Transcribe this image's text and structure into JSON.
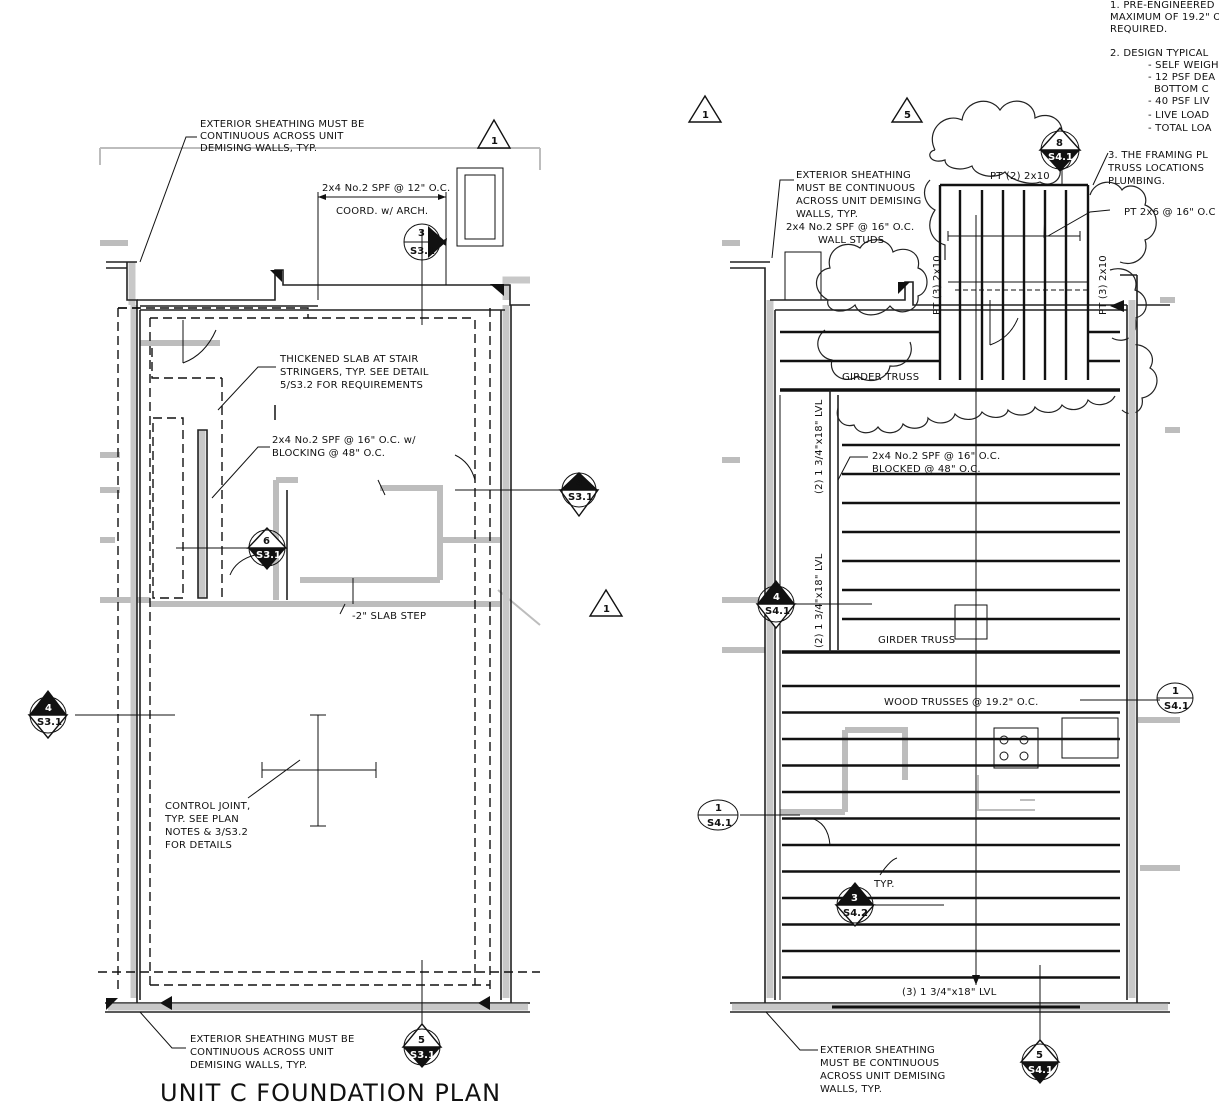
{
  "left_plan": {
    "title": "UNIT C FOUNDATION PLAN",
    "rev_tag_top": "1",
    "rev_tag_mid": "1",
    "note_top_sheathing": [
      "EXTERIOR SHEATHING MUST BE",
      "CONTINUOUS ACROSS UNIT",
      "DEMISING WALLS, TYP."
    ],
    "note_studs_12": "2x4 No.2 SPF @ 12\" O.C.",
    "note_coord": "COORD. w/ ARCH.",
    "note_thickened_slab": [
      "THICKENED SLAB AT STAIR",
      "STRINGERS, TYP. SEE DETAIL",
      "5/S3.2 FOR REQUIREMENTS"
    ],
    "note_blocking": [
      "2x4 No.2 SPF @ 16\" O.C. w/",
      "BLOCKING @ 48\" O.C."
    ],
    "note_slab_step": "-2\" SLAB STEP",
    "note_control_joint": [
      "CONTROL JOINT,",
      "TYP. SEE PLAN",
      "NOTES & 3/S3.2",
      "FOR DETAILS"
    ],
    "note_bottom_sheathing": [
      "EXTERIOR SHEATHING MUST BE",
      "CONTINUOUS ACROSS UNIT",
      "DEMISING WALLS, TYP."
    ],
    "sections": [
      {
        "num": "3",
        "sheet": "S3.1"
      },
      {
        "num": "4",
        "sheet": "S3.1"
      },
      {
        "num": "6",
        "sheet": "S3.1"
      },
      {
        "num": "4",
        "sheet": "S3.1"
      },
      {
        "num": "5",
        "sheet": "S3.1"
      }
    ]
  },
  "right_plan": {
    "rev_tag": "1",
    "rev_tag_5": "5",
    "general_notes": [
      "1. PRE-ENGINEERED",
      "MAXIMUM OF 19.2\" O",
      "REQUIRED.",
      "2. DESIGN TYPICAL",
      "- SELF WEIGH",
      "- 12 PSF DEA",
      "BOTTOM C",
      "- 40 PSF LIV",
      "- LIVE LOAD",
      "- TOTAL LOA",
      "3. THE FRAMING PL",
      "TRUSS LOCATIONS",
      "PLUMBING."
    ],
    "note_top_sheathing": [
      "EXTERIOR SHEATHING",
      "MUST BE CONTINUOUS",
      "ACROSS UNIT DEMISING",
      "WALLS, TYP."
    ],
    "note_wall_studs": [
      "2x4 No.2 SPF @ 16\" O.C.",
      "WALL STUDS"
    ],
    "note_pt_2x10": "PT (2) 2x10",
    "note_pt_2x6": "PT 2x6 @ 16\" O.C",
    "note_pt_3_left": "PT (3) 2x10",
    "note_pt_3_right": "PT (3) 2x10",
    "note_girder_top": "GIRDER TRUSS",
    "note_girder_mid": "GIRDER TRUSS",
    "note_lvl_upper": "(2) 1 3/4\"x18\" LVL",
    "note_lvl_lower": "(2) 1 3/4\"x18\" LVL",
    "note_blocked": [
      "2x4 No.2 SPF @ 16\" O.C.",
      "BLOCKED @ 48\" O.C."
    ],
    "note_wood_trusses": "WOOD TRUSSES @ 19.2\" O.C.",
    "note_typ": "TYP.",
    "note_lvl_bottom": "(3) 1 3/4\"x18\" LVL",
    "note_bottom_sheathing": [
      "EXTERIOR SHEATHING",
      "MUST BE CONTINUOUS",
      "ACROSS UNIT DEMISING",
      "WALLS, TYP."
    ],
    "sections": [
      {
        "num": "8",
        "sheet": "S4.1"
      },
      {
        "num": "4",
        "sheet": "S4.1"
      },
      {
        "num": "1",
        "sheet": "S4.1"
      },
      {
        "num": "1",
        "sheet": "S4.1"
      },
      {
        "num": "3",
        "sheet": "S4.2"
      },
      {
        "num": "5",
        "sheet": "S4.1"
      }
    ]
  }
}
